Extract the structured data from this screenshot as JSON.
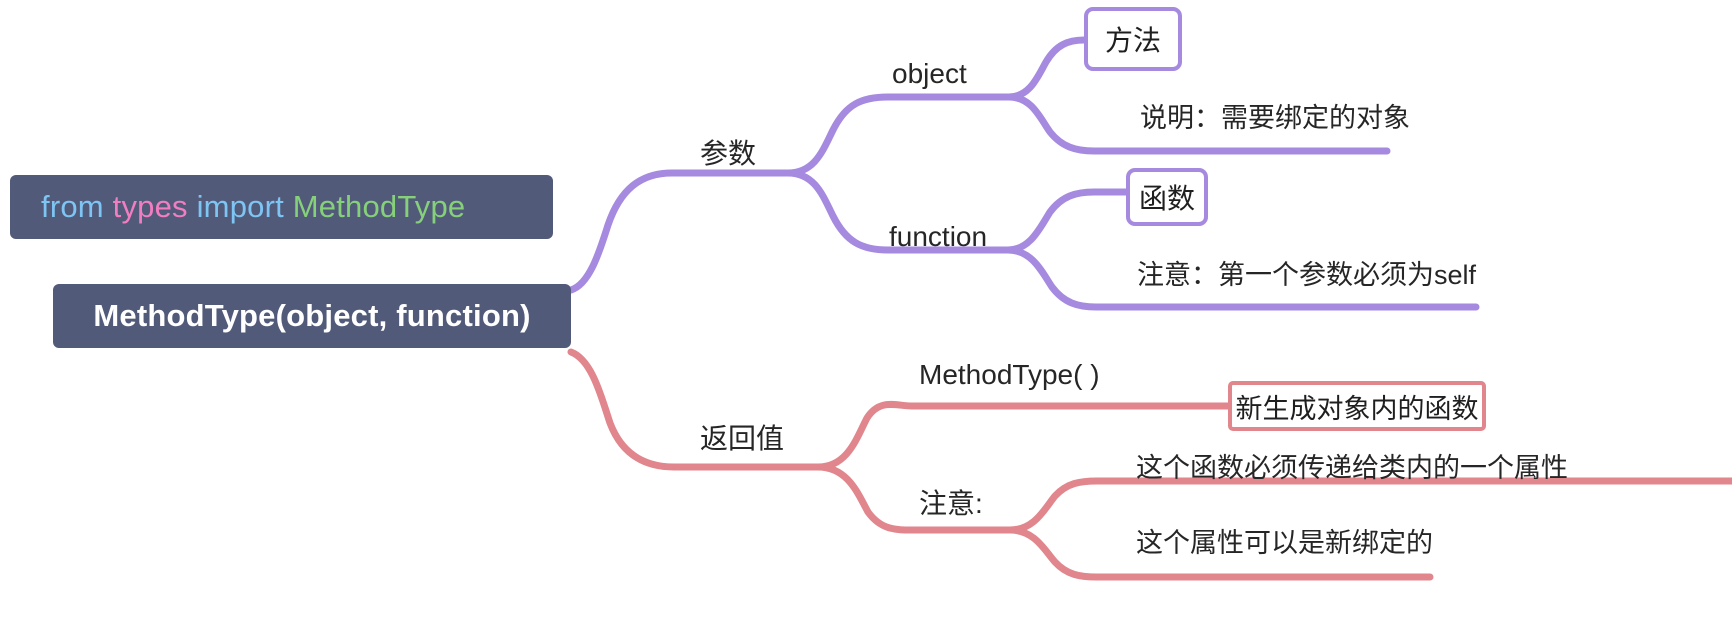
{
  "diagram": {
    "type": "mindmap",
    "title": "MethodType mind map",
    "background": "#ffffff",
    "branch_colors": {
      "parameters": "#a58ae0",
      "return_value": "#e0868c"
    }
  },
  "code_block": {
    "name": "import-statement",
    "background": "#525a7a",
    "tokens": [
      {
        "text": "from",
        "color": "#7ec5f4"
      },
      {
        "text": " ",
        "color": "#cfd3e3"
      },
      {
        "text": "types",
        "color": "#f07ec0"
      },
      {
        "text": " ",
        "color": "#cfd3e3"
      },
      {
        "text": "import",
        "color": "#7ec5f4"
      },
      {
        "text": " ",
        "color": "#cfd3e3"
      },
      {
        "text": "MethodType",
        "color": "#86d07a"
      }
    ],
    "plain_text": "from types import MethodType"
  },
  "root": {
    "label": "MethodType(object, function)",
    "background": "#525a7a",
    "color": "#ffffff"
  },
  "branches": [
    {
      "id": "parameters",
      "label": "参数",
      "color": "#a58ae0",
      "children": [
        {
          "id": "object",
          "label": "object",
          "leaves": [
            {
              "id": "object-box",
              "label": "方法",
              "style": "boxed"
            },
            {
              "id": "object-desc",
              "label": "说明：需要绑定的对象",
              "style": "plain"
            }
          ]
        },
        {
          "id": "function",
          "label": "function",
          "leaves": [
            {
              "id": "function-box",
              "label": "函数",
              "style": "boxed"
            },
            {
              "id": "function-note",
              "label": "注意：第一个参数必须为self",
              "style": "plain"
            }
          ]
        }
      ]
    },
    {
      "id": "return-value",
      "label": "返回值",
      "color": "#e0868c",
      "children": [
        {
          "id": "methodtype-call",
          "label": "MethodType( )",
          "leaves": [
            {
              "id": "new-object-function",
              "label": "新生成对象内的函数",
              "style": "boxed"
            }
          ]
        },
        {
          "id": "notes",
          "label": "注意:",
          "leaves": [
            {
              "id": "note-1",
              "label": "这个函数必须传递给类内的一个属性",
              "style": "plain"
            },
            {
              "id": "note-2",
              "label": "这个属性可以是新绑定的",
              "style": "plain"
            }
          ]
        }
      ]
    }
  ]
}
